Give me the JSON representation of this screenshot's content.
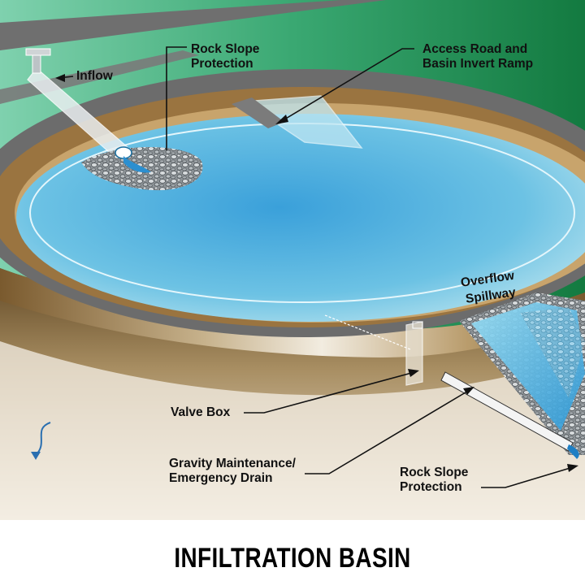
{
  "title": "INFILTRATION BASIN",
  "labels": {
    "inflow": "Inflow",
    "rock_slope_top_1": "Rock Slope",
    "rock_slope_top_2": "Protection",
    "access_road_1": "Access Road and",
    "access_road_2": "Basin Invert Ramp",
    "overflow_1": "Overflow",
    "overflow_2": "Spillway",
    "valve_box": "Valve Box",
    "drain_1": "Gravity Maintenance/",
    "drain_2": "Emergency Drain",
    "rock_slope_bottom_1": "Rock Slope",
    "rock_slope_bottom_2": "Protection"
  },
  "colors": {
    "grass_light": "#6fc4a0",
    "grass_dark": "#1f8a4e",
    "road": "#6f6f6f",
    "soil": "#8a6a3a",
    "soil_light": "#e6dcc6",
    "water": "#4aa8d8",
    "water_light": "#8fd0e8",
    "rock": "#9aa0a4",
    "spillway_water": "#5cc0ea"
  }
}
